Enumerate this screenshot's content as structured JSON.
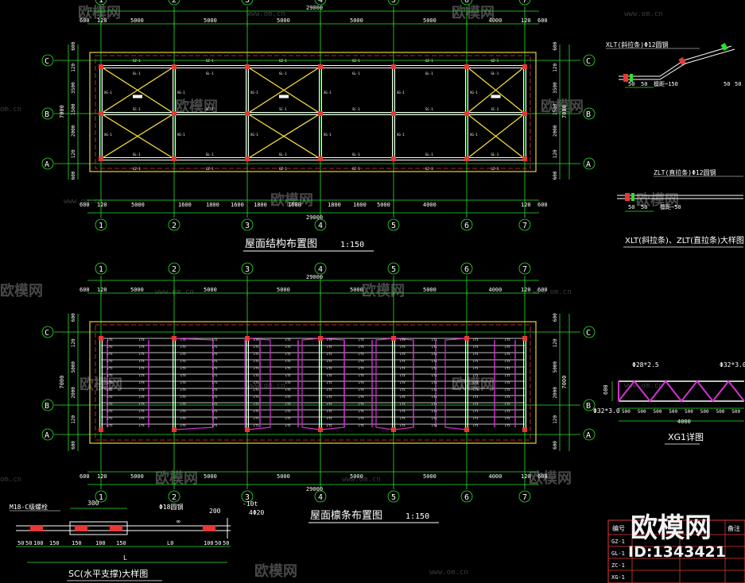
{
  "overall_dim": "29000",
  "spans": [
    "5000",
    "5000",
    "5000",
    "5000",
    "5000",
    "4000"
  ],
  "end_offsets": [
    "600",
    "120",
    "120",
    "600"
  ],
  "bottom_spans_plan1": [
    "5000",
    "1600",
    "1800",
    "1600",
    "1800",
    "1600",
    "1800",
    "1600",
    "5000",
    "4000"
  ],
  "col_axes": [
    "1",
    "2",
    "3",
    "4",
    "5",
    "6",
    "7"
  ],
  "row_axes": [
    "C",
    "B",
    "A"
  ],
  "side_dims_plan1": [
    "600",
    "120",
    "3500",
    "1500",
    "2000",
    "120",
    "600"
  ],
  "side_dims_plan2": [
    "600",
    "120",
    "5000",
    "2000",
    "120",
    "600"
  ],
  "total_depth": "7000",
  "plan1": {
    "title": "屋面结构布置图",
    "scale": "1:150",
    "member_labels": [
      "GZ-1",
      "GL-1",
      "SC-1",
      "XG-1"
    ]
  },
  "plan2": {
    "title": "屋面檩条布置图",
    "scale": "1:150",
    "purlin_labels": [
      "LT1",
      "LT2",
      "LT3"
    ]
  },
  "xlt_detail": {
    "label": "XLT(斜拉条)Φ12圆钢",
    "dims": [
      "50",
      "50",
      "50",
      "50"
    ],
    "note": "檩距~150"
  },
  "zlt_detail": {
    "label": "ZLT(直拉条)Φ12圆钢",
    "dims": [
      "50",
      "50"
    ],
    "note": "檩距~50"
  },
  "tie_title": "XLT(斜拉条)、ZLT(直拉条)大样图",
  "xg_detail": {
    "title": "XG1详图",
    "pipe_top": "Φ32*3.0",
    "pipe_web": "Φ28*2.5",
    "pipe_bot": "Φ32*3.0",
    "height": "600",
    "panels": [
      "500",
      "500",
      "500",
      "500",
      "500",
      "500",
      "500",
      "500"
    ],
    "total": "4000"
  },
  "sc_detail": {
    "title": "SC(水平支撑)大样图",
    "bolt": "M18-C级螺栓",
    "len_300": "300",
    "bar": "Φ18圆钢",
    "len_200": "200",
    "plate": "-10t",
    "plate2": "4Φ20",
    "dims": [
      "50",
      "50",
      "100",
      "150",
      "150",
      "100",
      "150",
      "L0",
      "100",
      "50",
      "50"
    ],
    "total": "L"
  },
  "table": {
    "header_left": "编号",
    "header_right": "备注",
    "rows": [
      "GZ-1",
      "GL-1",
      "ZC-1",
      "XG-1"
    ]
  },
  "watermark": {
    "brand": "欧模网",
    "site": "www.om.cn",
    "site_short": "om.cn",
    "id_text": "ID:1343421"
  },
  "colors": {
    "background": "#000000",
    "axis_green": "#29e329",
    "beam_white": "#ffffff",
    "brace_yellow": "#ffe53a",
    "boundary_yellow": "#e9d22f",
    "centerline_red": "#e53935",
    "purlin_magenta": "#d133d1"
  }
}
